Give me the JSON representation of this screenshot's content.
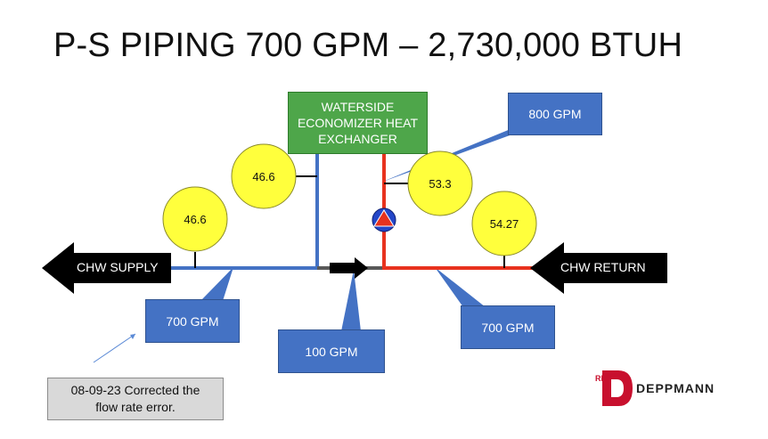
{
  "slide": {
    "title": "P-S PIPING 700 GPM – 2,730,000 BTUH"
  },
  "heat_exchanger": {
    "line1": "WATERSIDE",
    "line2": "ECONOMIZER HEAT",
    "line3": "EXCHANGER"
  },
  "flow_labels": {
    "supply_arrow": "CHW SUPPLY",
    "return_arrow": "CHW RETURN",
    "callout_800": "800 GPM",
    "callout_700_left": "700 GPM",
    "callout_100": "100 GPM",
    "callout_700_right": "700 GPM"
  },
  "temperatures": {
    "supply_main": "46.6",
    "hx_supply_leg": "46.6",
    "hx_return_leg": "53.3",
    "return_main": "54.27"
  },
  "note": {
    "line1": "08-09-23 Corrected the",
    "line2": "flow rate error."
  },
  "logo": {
    "mark": "RL",
    "text": "DEPPMANN"
  },
  "colors": {
    "supply_pipe": "#4472c4",
    "return_pipe": "#e8321e",
    "bypass_pipe": "#595959",
    "callout": "#4472c4",
    "heat_exchanger": "#4ea64a",
    "temp_bubble": "#ffff3c",
    "logo": "#c8102e"
  },
  "icons": {
    "pump": "pump-icon",
    "flow_direction": "flow-arrow-icon"
  }
}
